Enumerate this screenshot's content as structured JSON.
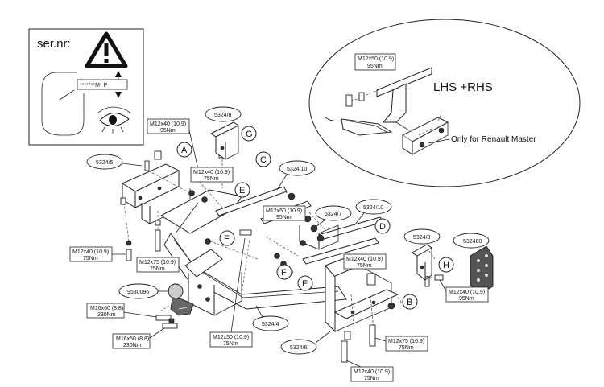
{
  "serial_panel": {
    "title": "ser.nr:",
    "plate_text": "*******M* P"
  },
  "inset": {
    "title": "LHS +RHS",
    "note": "Only for Renault Master",
    "torque_label": {
      "spec": "M12x50 (10.9)",
      "torque": "95Nm"
    }
  },
  "part_numbers": {
    "p5324_8_top": "5324/8",
    "p5324_5": "5324/5",
    "p5324_10_top": "5324/10",
    "p5324_7": "5324/7",
    "p5324_10_mid": "5324/10",
    "p5324_8_right": "5324/8",
    "p532480": "532480",
    "p9530096": "9530096",
    "p5324_4": "5324/4",
    "p5324_6": "5324/6"
  },
  "letters": {
    "a": "A",
    "b": "B",
    "c": "C",
    "d": "D",
    "e1": "E",
    "e2": "E",
    "f1": "F",
    "f2": "F",
    "g": "G",
    "h": "H"
  },
  "torque_labels": {
    "t1": {
      "spec": "M12x40 (10.9)",
      "torque": "95Nm"
    },
    "t2": {
      "spec": "M12x40 (10.9)",
      "torque": "75Nm"
    },
    "t3": {
      "spec": "M12x50 (10.9)",
      "torque": "95Nm"
    },
    "t4": {
      "spec": "M12x40 (10.9)",
      "torque": "75Nm"
    },
    "t5": {
      "spec": "M12x75 (10.9)",
      "torque": "75Nm"
    },
    "t6": {
      "spec": "M12x40 (10.9)",
      "torque": "75Nm"
    },
    "t7": {
      "spec": "M12x40 (10.9)",
      "torque": "95Nm"
    },
    "t8": {
      "spec": "M16x60 (8.8)",
      "torque": "230Nm"
    },
    "t9": {
      "spec": "M16x50 (8.8)",
      "torque": "230Nm"
    },
    "t10": {
      "spec": "M12x50 (10.9)",
      "torque": "75Nm"
    },
    "t11": {
      "spec": "M12x75 (10.9)",
      "torque": "75Nm"
    },
    "t12": {
      "spec": "M12x40 (10.9)",
      "torque": "75Nm"
    }
  },
  "icons": {
    "warning": "warning-triangle-icon",
    "eye": "eye-icon",
    "hitch": "tow-ball-icon",
    "plate": "socket-plate-icon"
  }
}
